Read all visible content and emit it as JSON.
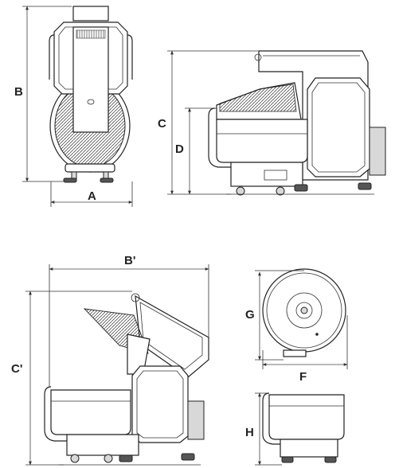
{
  "dimension_labels": {
    "A": "A",
    "B": "B",
    "C": "C",
    "D": "D",
    "B_prime": "B'",
    "C_prime": "C'",
    "F": "F",
    "G": "G",
    "H": "H"
  }
}
